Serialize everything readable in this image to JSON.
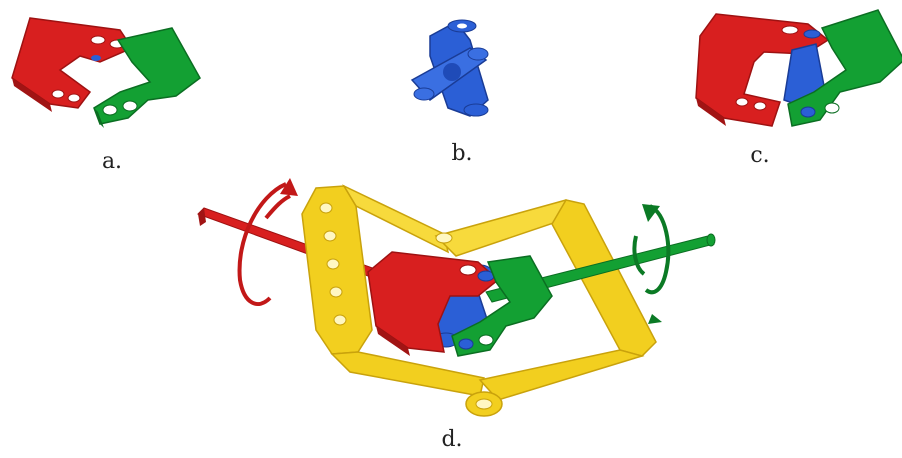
{
  "figure": {
    "panels": [
      {
        "id": "a",
        "label": "a."
      },
      {
        "id": "b",
        "label": "b."
      },
      {
        "id": "c",
        "label": "c."
      },
      {
        "id": "d",
        "label": "d."
      }
    ]
  },
  "colors": {
    "red_part": "#d81f1f",
    "red_dark": "#9e1212",
    "green_part": "#13a033",
    "green_dark": "#0b6e22",
    "blue_part": "#2b5fd6",
    "blue_dark": "#1a3c96",
    "yellow_frame": "#f2cf1f",
    "yellow_dark": "#c9a20c"
  }
}
